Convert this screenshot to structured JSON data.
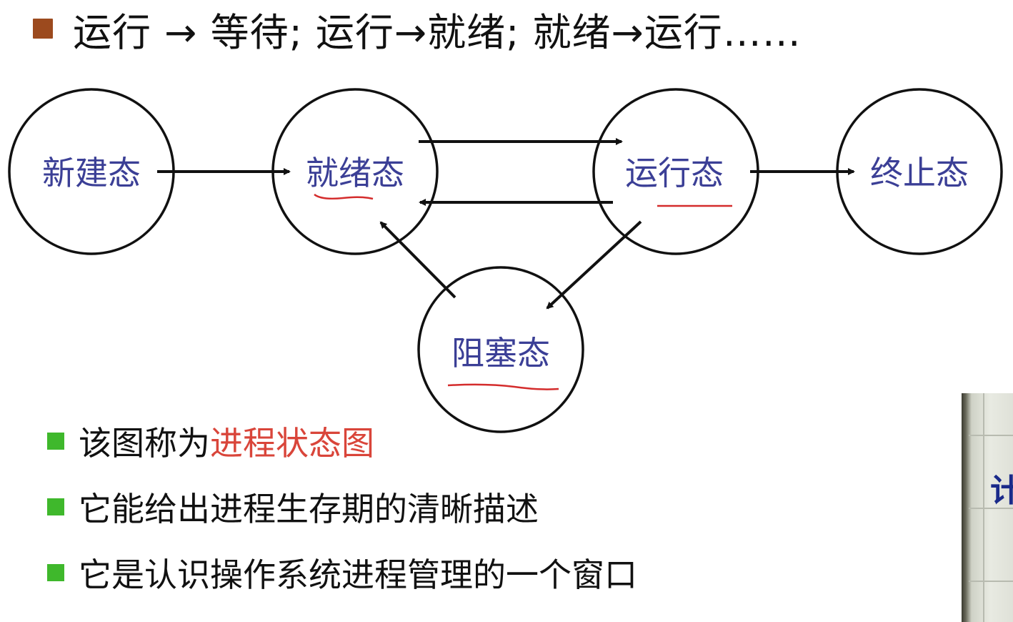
{
  "title": {
    "text": "运行 → 等待; 运行→就绪; 就绪→运行……",
    "bullet_color": "#9c4a1e"
  },
  "diagram": {
    "states": {
      "new": "新建态",
      "ready": "就绪态",
      "running": "运行态",
      "terminated": "终止态",
      "blocked": "阻塞态"
    },
    "label_color": "#3b3f96",
    "underline_color": "#d42c2c"
  },
  "bullets": {
    "color": "#3fb82c",
    "item1_prefix": "该图称为",
    "item1_highlight": "进程状态图",
    "item1_highlight_color": "#d9453a",
    "item2": "它能给出进程生存期的清晰描述",
    "item3": "它是认识操作系统进程管理的一个窗口"
  },
  "webcam": {
    "visible_text": "计"
  }
}
